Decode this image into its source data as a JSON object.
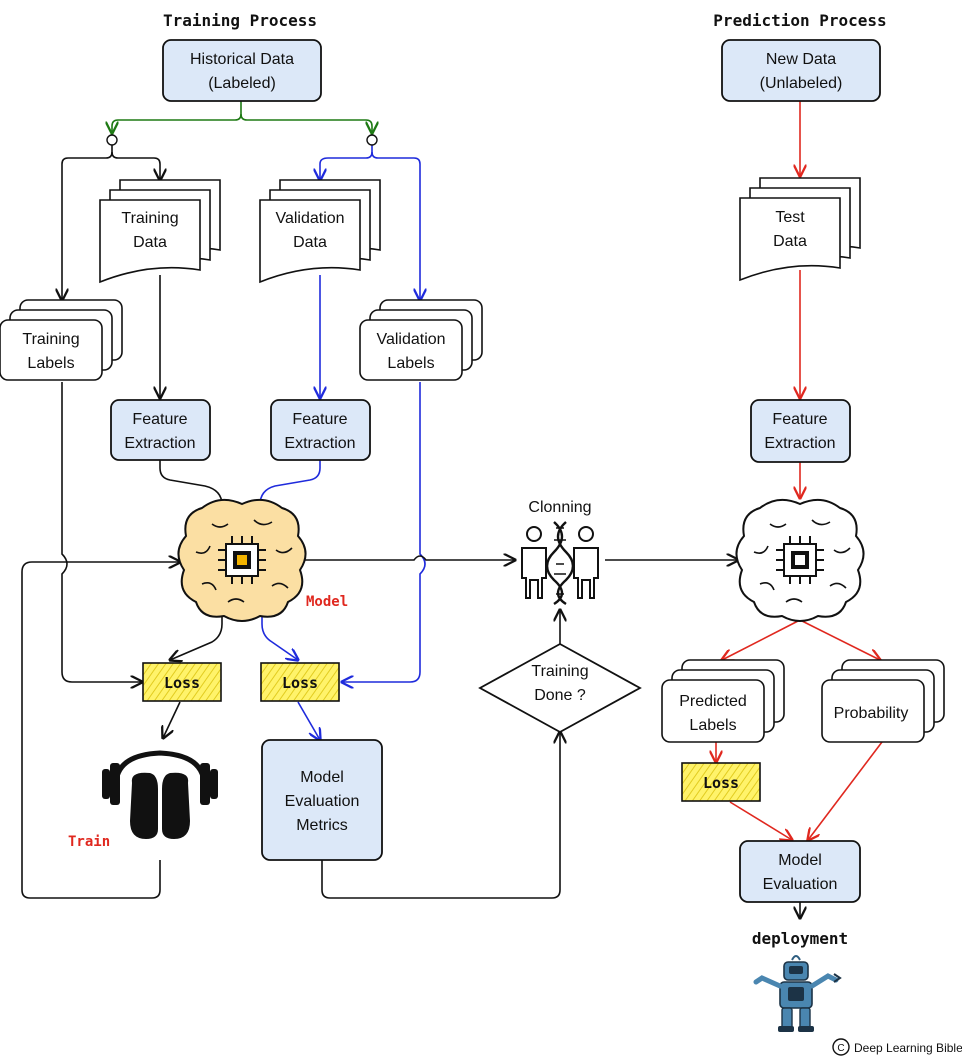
{
  "colors": {
    "green": "#1e7a14",
    "blue": "#1f2bdc",
    "red": "#e0281f",
    "black": "#111111",
    "box_fill": "#dce8f8",
    "doc_fill": "#ffffff",
    "brain_fill": "#fbdfa3",
    "loss_fill": "#fff36a"
  },
  "training": {
    "title": "Training Process",
    "historical": [
      "Historical Data",
      "(Labeled)"
    ],
    "training_data": [
      "Training",
      "Data"
    ],
    "validation_data": [
      "Validation",
      "Data"
    ],
    "training_labels": [
      "Training",
      "Labels"
    ],
    "validation_labels": [
      "Validation",
      "Labels"
    ],
    "feature_extraction_1": [
      "Feature",
      "Extraction"
    ],
    "feature_extraction_2": [
      "Feature",
      "Extraction"
    ],
    "model_label": "Model",
    "loss_1": "Loss",
    "loss_2": "Loss",
    "train_label": "Train",
    "metrics": [
      "Model",
      "Evaluation",
      "Metrics"
    ],
    "training_done": [
      "Training",
      "Done ?"
    ],
    "clonning": "Clonning"
  },
  "prediction": {
    "title": "Prediction Process",
    "new_data": [
      "New Data",
      "(Unlabeled)"
    ],
    "test_data": [
      "Test",
      "Data"
    ],
    "feature_extraction": [
      "Feature",
      "Extraction"
    ],
    "predicted_labels": [
      "Predicted",
      "Labels"
    ],
    "probability": "Probability",
    "loss": "Loss",
    "model_evaluation": [
      "Model",
      "Evaluation"
    ],
    "deployment": "deployment"
  },
  "copyright": "Deep Learning Bible",
  "icons": [
    "brain-chip-icon",
    "brain-chip-outline-icon",
    "dna-clone-icon",
    "headphones-dumbbell-icon",
    "robot-icon",
    "copyright-icon"
  ]
}
